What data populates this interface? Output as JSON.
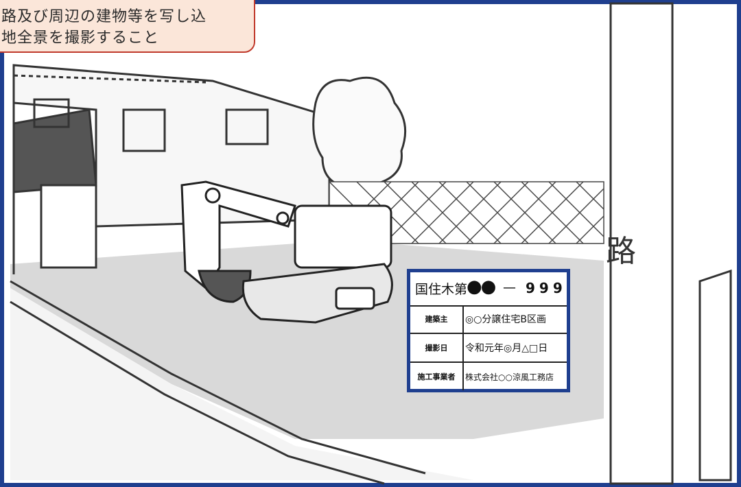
{
  "callout": {
    "line1": "路及び周辺の建物等を写し込",
    "line2": "地全景を撮影すること"
  },
  "sign": {
    "title": "国住木第",
    "dots": "●●",
    "dash": "—",
    "number": "999",
    "rows": [
      {
        "label": "建築主",
        "value": "◎○分譲住宅B区画"
      },
      {
        "label": "撮影日",
        "value": "令和元年◎月△□日"
      },
      {
        "label": "施工事業者",
        "value": "株式会社○○涼風工務店"
      }
    ]
  },
  "road_label": "路",
  "colors": {
    "frame": "#1f3f8f",
    "callout_bg": "#fbe6d9",
    "callout_border": "#c0392b",
    "sketch": "#333333",
    "ground": "#d7d7d7"
  }
}
